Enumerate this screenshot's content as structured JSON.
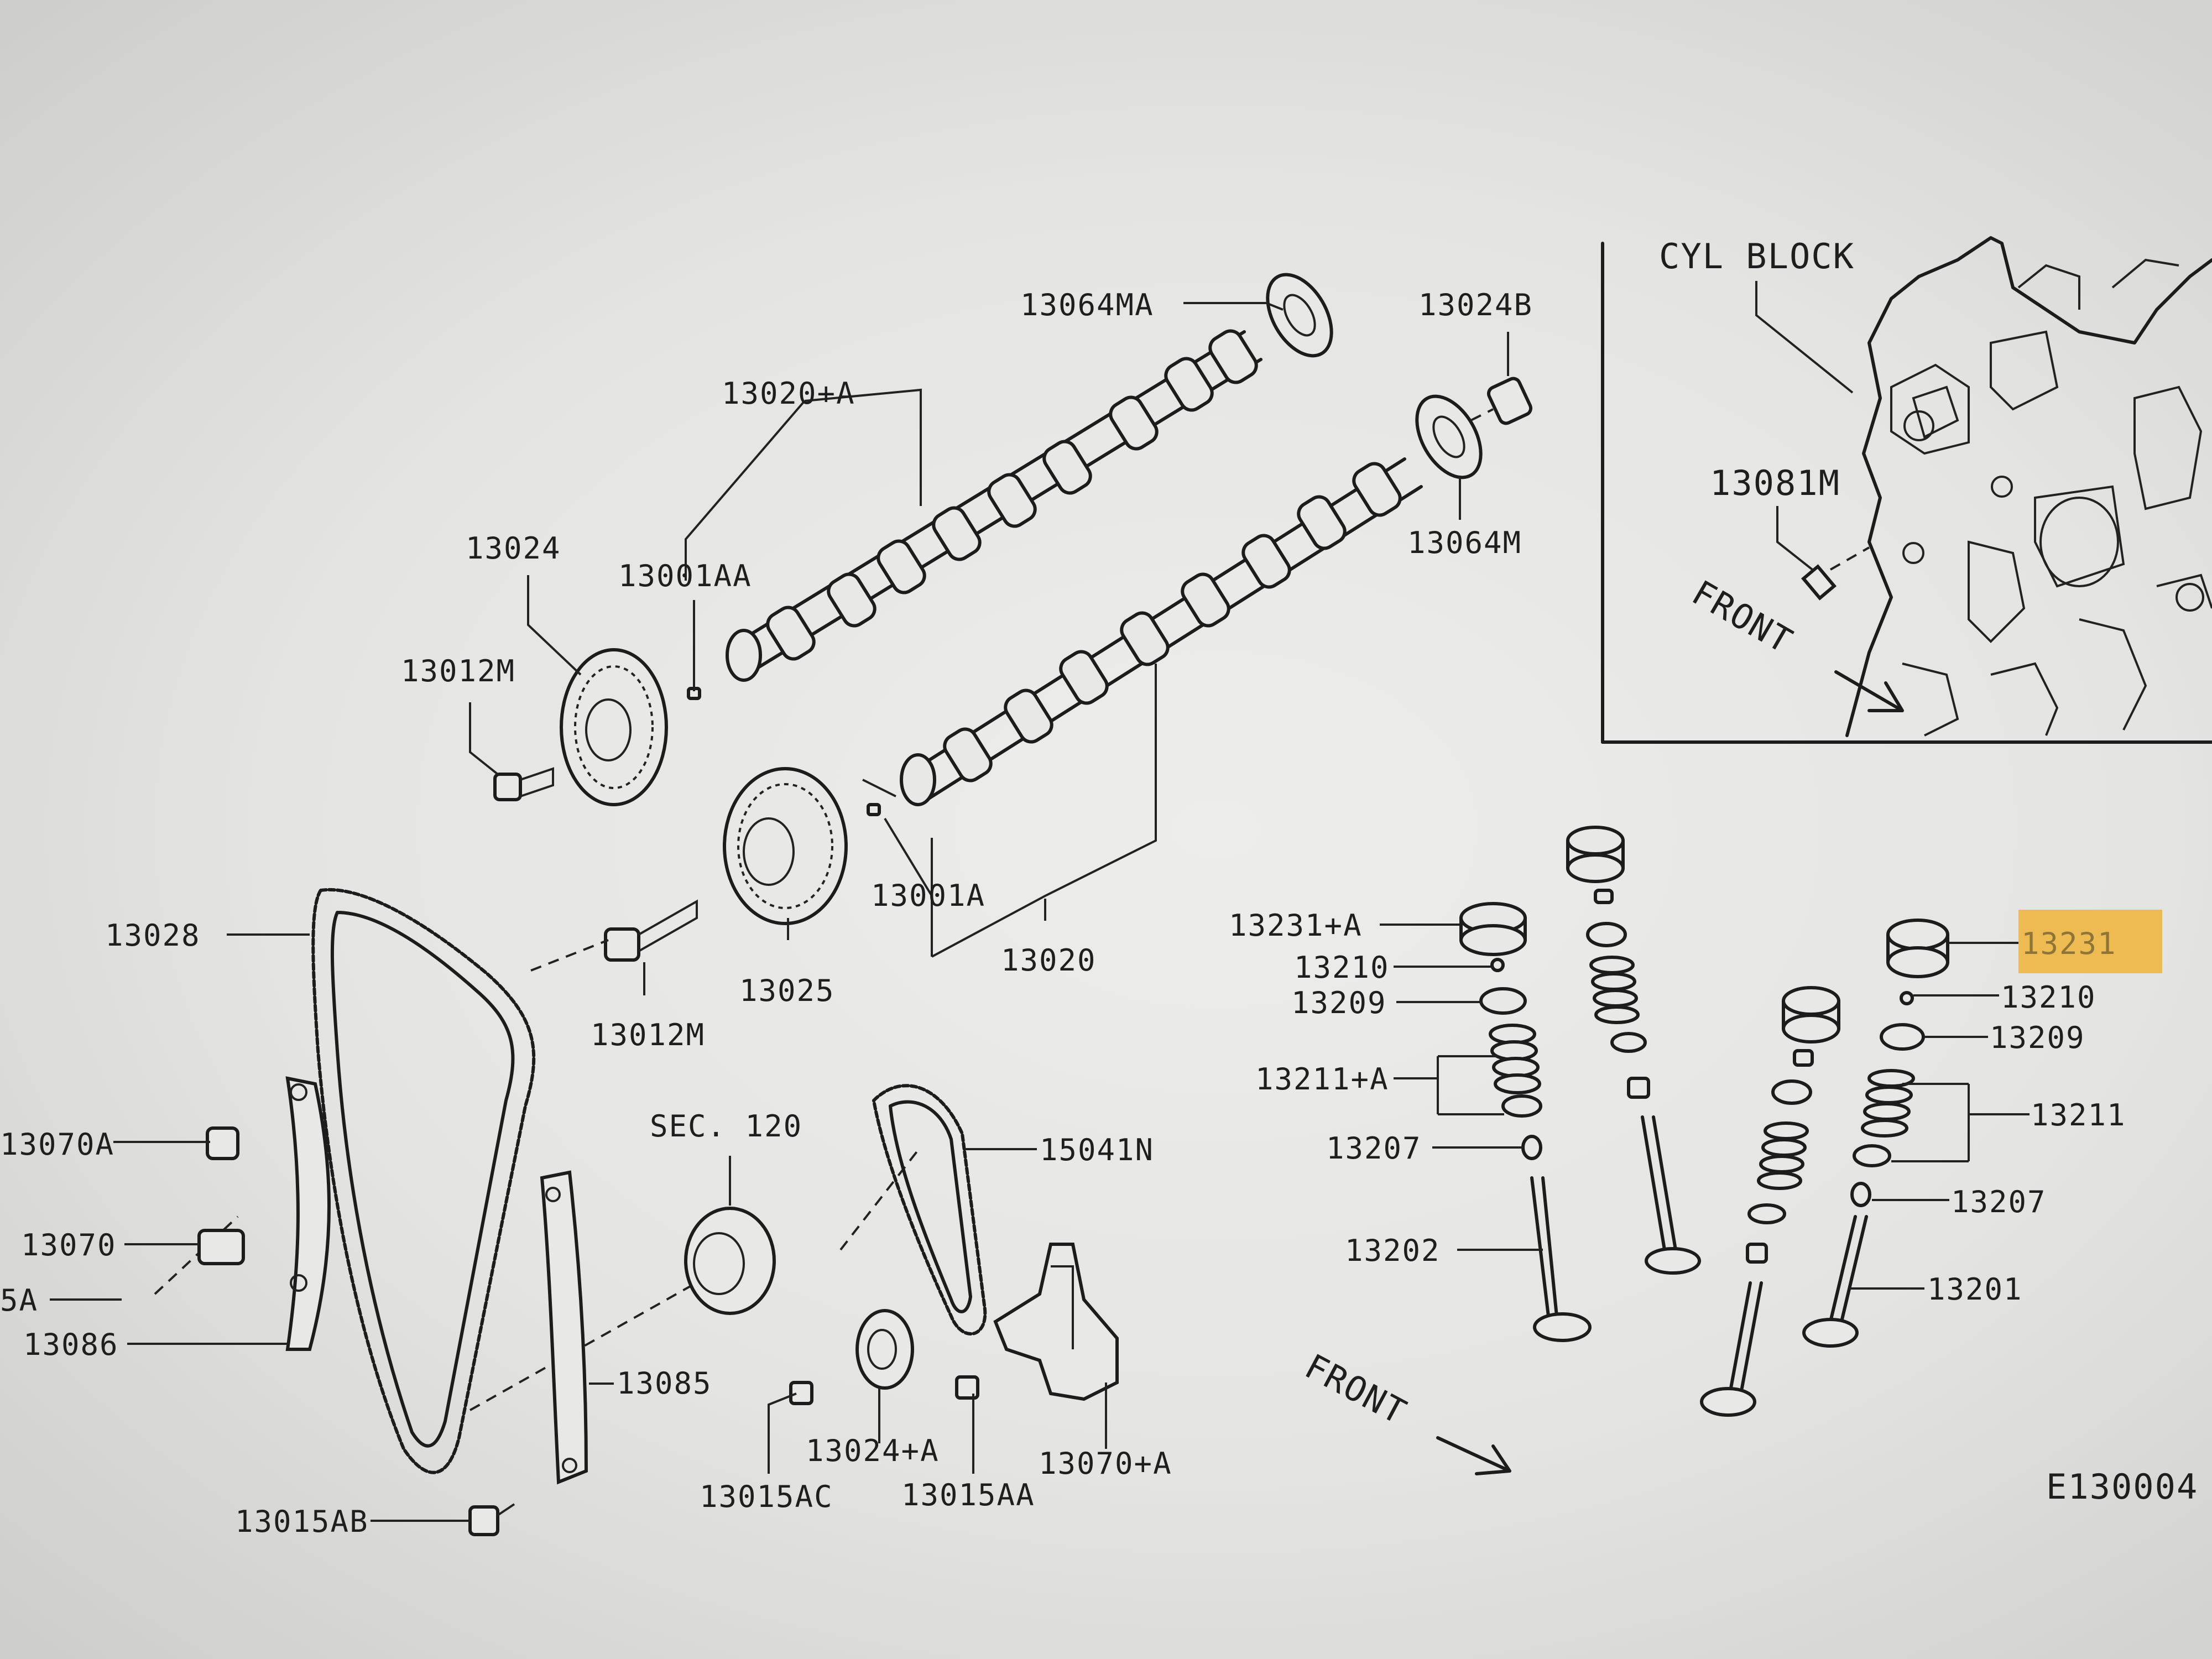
{
  "diagram_code": "E130004",
  "inset": {
    "title": "CYL BLOCK",
    "part": "13081M",
    "direction": "FRONT"
  },
  "main_direction": "FRONT",
  "highlight_color": "#f0b43a",
  "labels": {
    "p13064MA": "13064MA",
    "p13024B": "13024B",
    "p13020A": "13020+A",
    "p13024": "13024",
    "p13001AA": "13001AA",
    "p13064M": "13064M",
    "p13012M_top": "13012M",
    "p13028": "13028",
    "p13001A": "13001A",
    "p13025": "13025",
    "p13020": "13020",
    "p13012M_bot": "13012M",
    "p13070A": "13070A",
    "p13070": "13070",
    "p5A": "5A",
    "p13086": "13086",
    "sec120": "SEC. 120",
    "p15041N": "15041N",
    "p13085": "13085",
    "p13024A": "13024+A",
    "p13015AC": "13015AC",
    "p13015AA": "13015AA",
    "p13070pA": "13070+A",
    "p13015AB": "13015AB",
    "p13231A": "13231+A",
    "p13210_l": "13210",
    "p13209_l": "13209",
    "p13211A": "13211+A",
    "p13207_l": "13207",
    "p13202": "13202",
    "p13231": "13231",
    "p13210_r": "13210",
    "p13209_r": "13209",
    "p13211": "13211",
    "p13207_r": "13207",
    "p13201": "13201"
  }
}
